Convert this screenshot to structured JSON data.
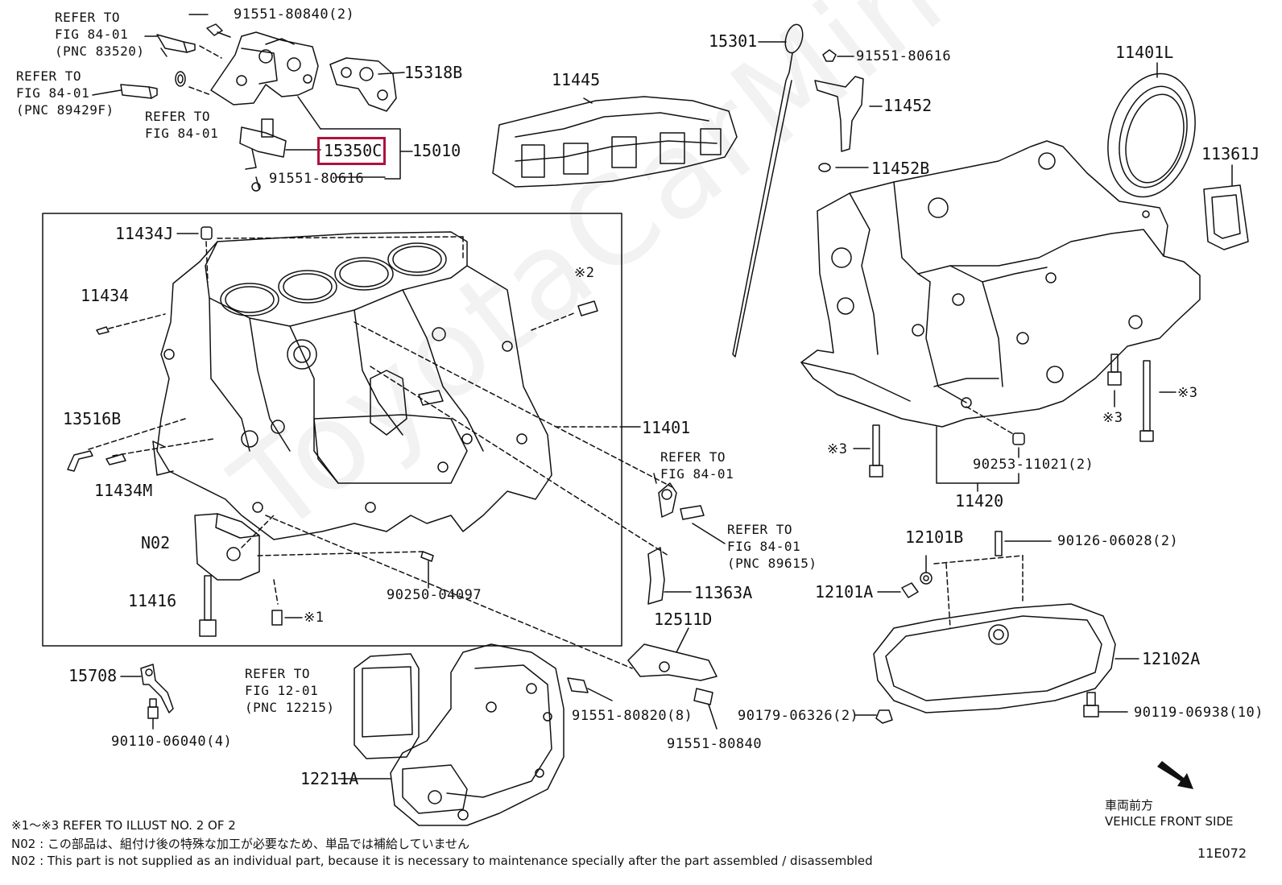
{
  "watermark": "ToyotaCarMiner.ru",
  "highlight_part": "15350C",
  "labels": {
    "refer_fig_84_01_pnc_83520": [
      "REFER TO",
      "FIG 84-01",
      "(PNC 83520)"
    ],
    "refer_fig_84_01_pnc_89429f": [
      "REFER TO",
      "FIG 84-01",
      "(PNC 89429F)"
    ],
    "refer_fig_84_01_a": [
      "REFER TO",
      "FIG 84-01"
    ],
    "p91551_80840_2": "91551-80840(2)",
    "p15318b": "15318B",
    "p15010": "15010",
    "p91551_80616_a": "91551-80616",
    "p11445": "11445",
    "p15301": "15301",
    "p91551_80616_b": "91551-80616",
    "p11452": "11452",
    "p11452b": "11452B",
    "p11401l": "11401L",
    "p11361j": "11361J",
    "p11434j": "11434J",
    "p11434": "11434",
    "x2": "※2",
    "p13516b": "13516B",
    "p11434m": "11434M",
    "p11401": "11401",
    "refer_fig_84_01_b": [
      "REFER TO",
      "FIG 84-01"
    ],
    "refer_fig_84_01_pnc_89615": [
      "REFER TO",
      "FIG 84-01",
      "(PNC 89615)"
    ],
    "pn02": "N02",
    "p11416": "11416",
    "p90250_04097": "90250-04097",
    "x1": "※1",
    "p11363a": "11363A",
    "p12511d": "12511D",
    "x3_a": "※3",
    "x3_b": "※3",
    "x3_c": "※3",
    "p90253_11021_2": "90253-11021(2)",
    "p11420": "11420",
    "p12101b": "12101B",
    "p90126_06028_2": "90126-06028(2)",
    "p12101a": "12101A",
    "p12102a": "12102A",
    "p15708": "15708",
    "p90110_06040_4": "90110-06040(4)",
    "refer_fig_12_01_pnc_12215": [
      "REFER TO",
      "FIG 12-01",
      "(PNC 12215)"
    ],
    "p91551_80820_8": "91551-80820(8)",
    "p91551_80840": "91551-80840",
    "p90179_06326_2": "90179-06326(2)",
    "p90119_06938_10": "90119-06938(10)",
    "p12211a": "12211A",
    "vehicle_front_jp": "車両前方",
    "vehicle_front_en": "VEHICLE FRONT SIDE",
    "illust_code": "11E072"
  },
  "notes": [
    "※1～※3 REFER TO ILLUST NO. 2 OF 2",
    "N02 : この部品は、組付け後の特殊な加工が必要なため、単品では補給していません",
    "N02 : This part is not supplied as an individual part, because it is necessary to maintenance specially after the part assembled / disassembled"
  ]
}
